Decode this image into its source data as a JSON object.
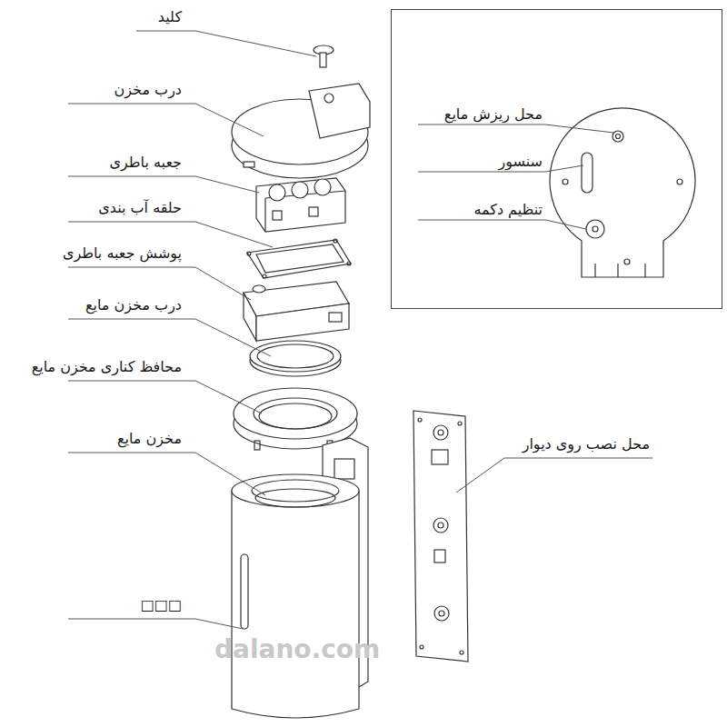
{
  "diagram": {
    "nodes": [
      {
        "text": [
          "محل ریزش مایع",
          "سنسور",
          "تنظیم دکمه"
        ]
      }
    ],
    "labels": [
      "کلید",
      "درب مخزن",
      "جعبه باطری",
      "حلقه آب بندی",
      "پوشش جعبه باطری",
      "درب مخزن مایع",
      "محافظ کناری مخزن مایع",
      "مخزن مایع",
      "□□□",
      "محل نصب روی دیوار",
      "dalano.com"
    ]
  }
}
